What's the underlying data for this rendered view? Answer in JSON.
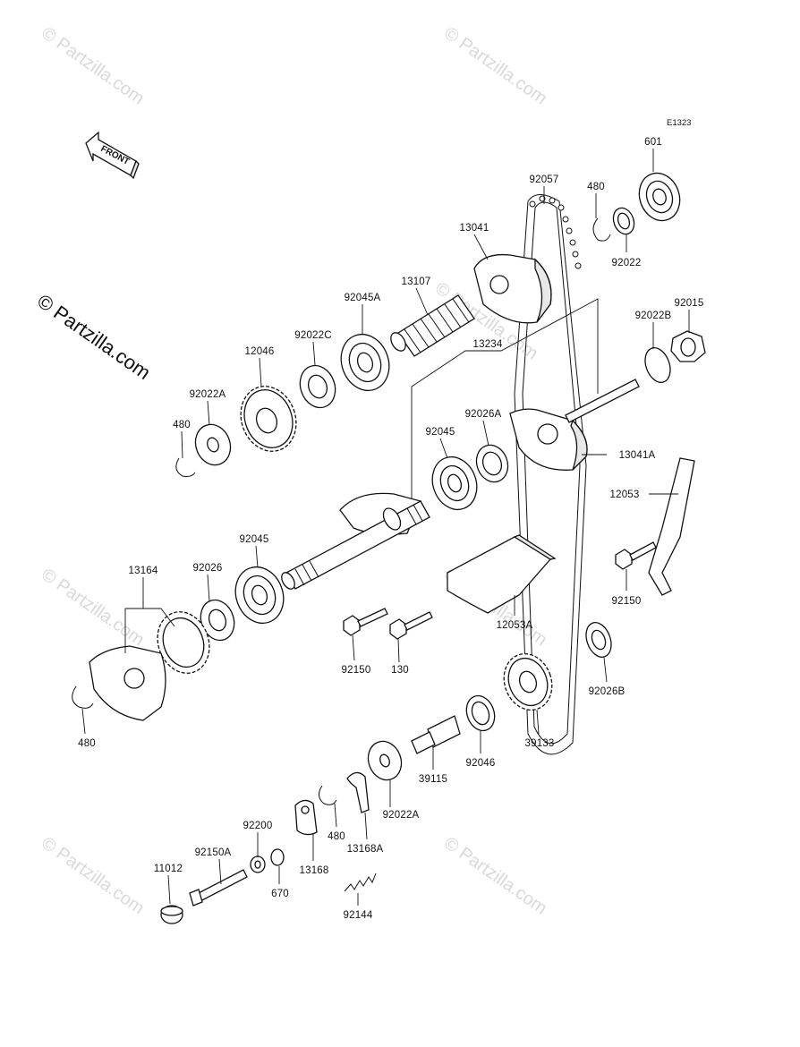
{
  "watermark": "© Partzilla.com",
  "diagram_code": "E1323",
  "front_label": "FRONT",
  "labels": {
    "p601": "601",
    "p92057": "92057",
    "p480_top": "480",
    "p92022": "92022",
    "p13041": "13041",
    "p13107": "13107",
    "p92045A": "92045A",
    "p92022C": "92022C",
    "p12046": "12046",
    "p92022A_left": "92022A",
    "p480_left": "480",
    "p13234": "13234",
    "p92022B": "92022B",
    "p92015": "92015",
    "p92026A": "92026A",
    "p92045_mid": "92045",
    "p13041A": "13041A",
    "p12053": "12053",
    "p92045_low": "92045",
    "p13164": "13164",
    "p92026": "92026",
    "p92150_right": "92150",
    "p12053A": "12053A",
    "p92150_mid": "92150",
    "p130": "130",
    "p92026B": "92026B",
    "p480_bottom": "480",
    "p39133": "39133",
    "p92046": "92046",
    "p39115": "39115",
    "p92022A_low": "92022A",
    "p480_low": "480",
    "p13168A": "13168A",
    "p92200": "92200",
    "p92150A": "92150A",
    "p11012": "11012",
    "p670": "670",
    "p13168": "13168",
    "p92144": "92144"
  }
}
